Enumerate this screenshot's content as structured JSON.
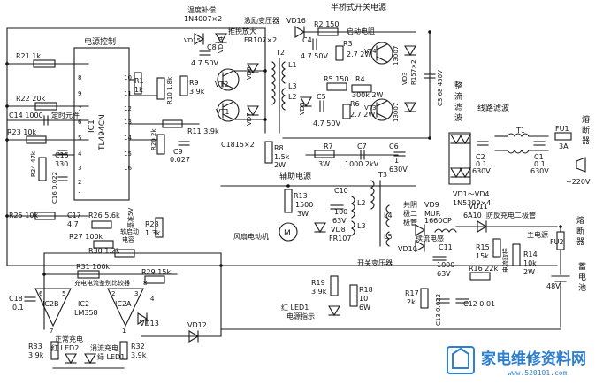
{
  "labels": {
    "power_control": "电源控制",
    "temp_comp": "温度补偿",
    "temp_comp_diodes": "1N4007×2",
    "excite_transformer": "激励变压器",
    "push_pull_amp": "推挽放大",
    "fr107x2": "FR107×2",
    "half_bridge": "半桥式开关电源",
    "start_resistor": "启动电阻",
    "rectifier_filter": "整流滤波",
    "line_filter": "线路滤波",
    "fuse": "熔断器",
    "ac_input": "~220V",
    "aux_power": "辅助电源",
    "switch_transformer": "开关变压器",
    "fan_motor": "风扇电动机",
    "timing": "定时元件",
    "ic1": "IC1",
    "ic1_part": "TL494CN",
    "ic2": "IC2",
    "ic2_part": "LM358",
    "ic2b": "IC2B",
    "ic2a": "IC2A",
    "soft_start": "软启动电容",
    "ref_5v": "基准5V",
    "charge_compare": "充电电流鉴别比较器",
    "led1_label": "红 LED1",
    "power_indicator": "电源指示",
    "normal_charge": "正常充电",
    "red_led2": "红 LED2",
    "trickle_charge": "涓流充电",
    "green_led1": "绿 LED1",
    "freewheel": "续流电感",
    "common_diode": "共阴极二极管",
    "anti_reverse": "防反充电二极管",
    "main_power": "主电源",
    "current_sample": "电流取样",
    "fuse2": "熔断器",
    "battery": "蓄电池",
    "v48": "48V",
    "c1815": "C1815×2",
    "vd1_vd4": "VD1～VD4",
    "in5399": "1N5399×4",
    "vd9": "VD9",
    "mur": "MUR",
    "mur_part": "1660CP",
    "vd11": "VD11",
    "vd11_part": "6A10"
  },
  "components": {
    "r21": "R21 1k",
    "r22": "R22 20k",
    "c14": "C14 1000",
    "r23": "R23 10k",
    "c15": "C15",
    "c15v": "330",
    "r24": "R24 47k",
    "c16": "C16 0.022",
    "r1": "R1",
    "r1v": "1k",
    "r10": "R10 1.8k",
    "r9": "R9",
    "r9v": "3.9k",
    "r20": "R20 2k",
    "c9": "C9",
    "c9v": "0.027",
    "r11": "R11 3.9k",
    "vd15": "VD15",
    "vd14": "VD14",
    "c8": "C8",
    "c8v": "4.7 50V",
    "vt2": "VT2",
    "vt1": "VT1",
    "vd6": "VD6",
    "vd7": "VD7",
    "vd16": "VD16",
    "t2": "T2",
    "l1": "L1",
    "l2": "L2",
    "l3": "L3",
    "r2": "R2 150",
    "c4": "C4",
    "r3": "R3",
    "r3v": "2.7 2W",
    "vd5": "VD5",
    "c5": "C5",
    "c4v": "4.7 50V",
    "c5v": "4.7 50V",
    "r5": "R5 150",
    "r4": "R4",
    "r4v": "300k 2W",
    "r6": "R6",
    "r6v": "2.7 2W",
    "vt4": "VT4",
    "vt4p": "13007",
    "vt3": "VT3",
    "vt3p": "13007",
    "vd3": "VD3",
    "vd3v": "R157×2",
    "c3": "C3 68 450V",
    "c2": "C2",
    "c2v": "0.1",
    "c6": "C6",
    "c6v": "1",
    "c6v2": "630V",
    "c1": "C1",
    "c1v": "0.1",
    "c1v2": "630V",
    "t1": "T1",
    "fu1": "FU1",
    "fu1v": "3A",
    "r7": "R7",
    "r7v": "3W",
    "c7": "C7",
    "c7v": "1000 2kV",
    "r8": "R8",
    "r8v": "1.5k",
    "r8v2": "2W",
    "c17": "C17",
    "c17v": "4.7",
    "r26": "R26 5.6k",
    "r25": "R25 10k",
    "r27": "R27 100k",
    "r28": "R28",
    "r28v": "1.3k",
    "r30": "R30 1.2k",
    "r31": "R31 100k",
    "r29": "R29 15k",
    "c18": "C18",
    "c18v": "0.1",
    "vd13": "VD13",
    "vd12": "VD12",
    "r33": "R33",
    "r33v": "3.9k",
    "r32": "R32",
    "r32v": "3.9k",
    "r13": "R13",
    "r13v": "1500",
    "r13v2": "3W",
    "c10": "C10",
    "c10v": "100",
    "c10v2": "63V",
    "vd8": "VD8",
    "vd8v": "FR107",
    "t3": "T3",
    "l4": "L4",
    "l5": "L5",
    "l3b": "L3",
    "l2b": "L2",
    "vd10": "VD10",
    "c11": "C11",
    "c11v": "1000",
    "c11v2": "63V",
    "r15": "R15",
    "r15v": "15k",
    "r16": "R16 22k",
    "r14": "R14",
    "r14v": "10k",
    "r14v2": "2W",
    "fu2": "FU2",
    "r19": "R19",
    "r19v": "3.9k",
    "r18": "R18",
    "r18v": "10",
    "r18v2": "6W",
    "r17": "R17",
    "r17v": "2k",
    "c13": "C13 0.022",
    "c12": "C12 0.01",
    "m": "M"
  },
  "pins": [
    "8",
    "9",
    "10",
    "11",
    "7",
    "6",
    "5",
    "4",
    "3",
    "2",
    "1",
    "12",
    "13",
    "14",
    "15",
    "16",
    "1",
    "2",
    "3",
    "8",
    "4",
    "6",
    "5",
    "7"
  ],
  "watermark": {
    "text": "家电维修资料网",
    "url": "www.520101.com"
  }
}
